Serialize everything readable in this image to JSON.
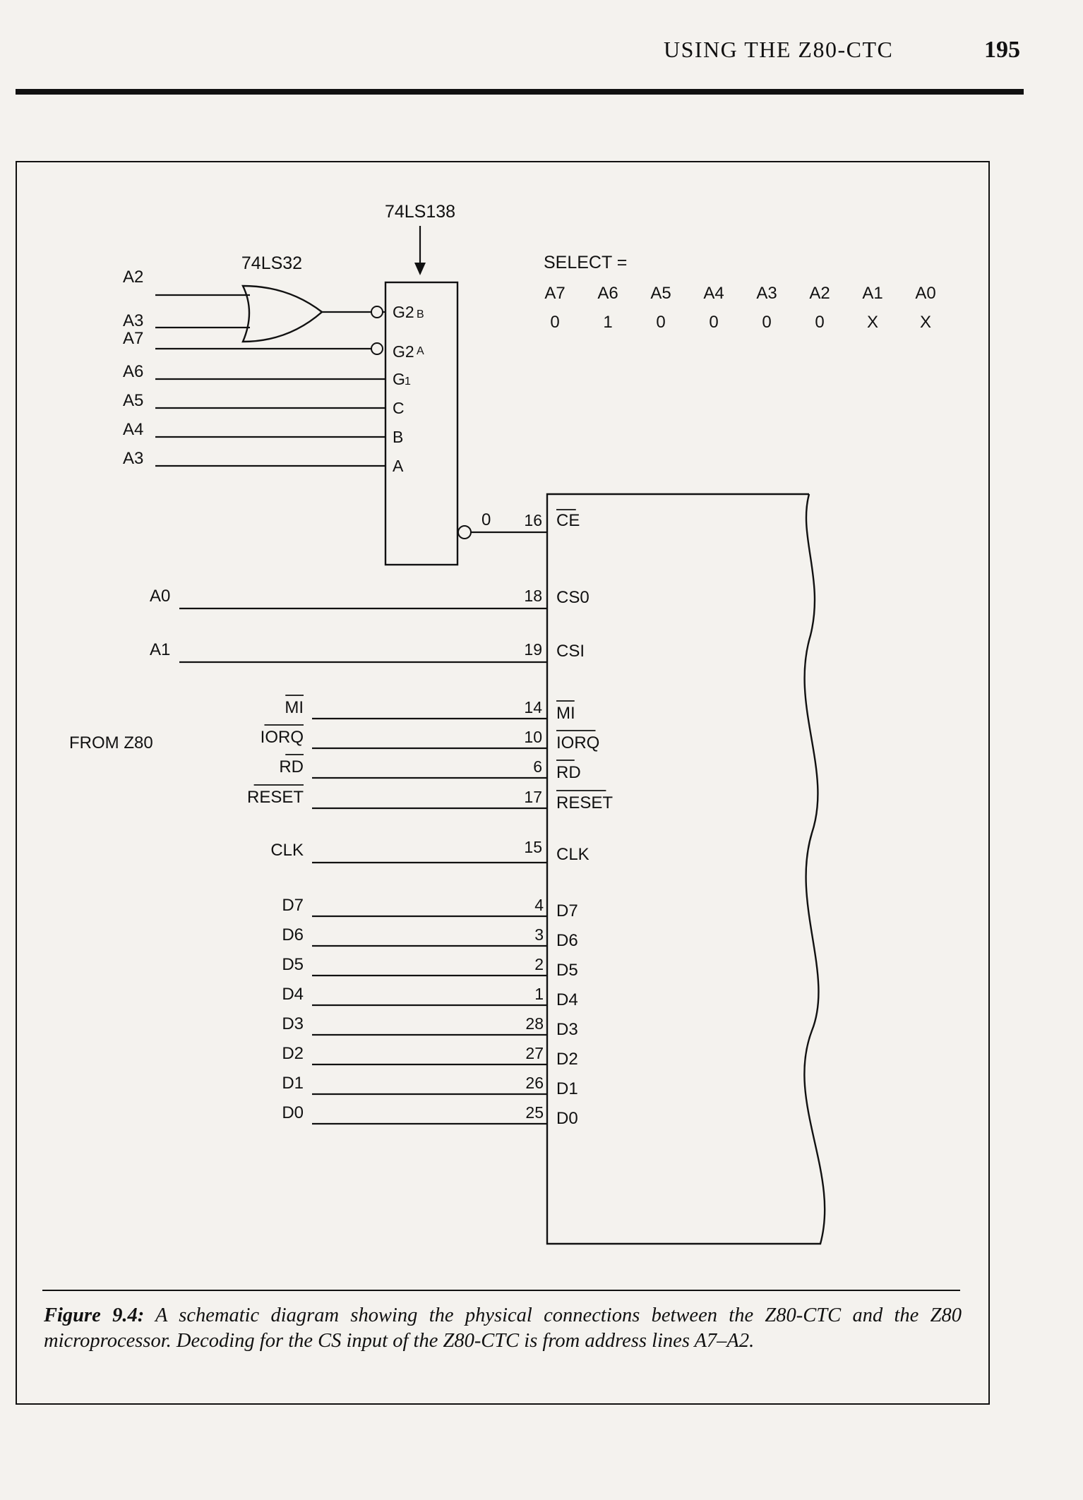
{
  "header": {
    "running_head": "USING THE Z80-CTC",
    "page_number": "195"
  },
  "decoder": {
    "ic_name": "74LS138",
    "gate_name": "74LS32",
    "or_inputs": [
      "A2",
      "A3"
    ],
    "inputs": [
      {
        "signal": "A7",
        "pin": "G2A",
        "pin_main": "G2",
        "pin_sub": "A",
        "inverted": true
      },
      {
        "signal": "A6",
        "pin": "G1",
        "pin_main": "G",
        "pin_sub": "1",
        "inverted": false
      },
      {
        "signal": "A5",
        "pin": "C",
        "pin_main": "C",
        "pin_sub": "",
        "inverted": false
      },
      {
        "signal": "A4",
        "pin": "B",
        "pin_main": "B",
        "pin_sub": "",
        "inverted": false
      },
      {
        "signal": "A3",
        "pin": "A",
        "pin_main": "A",
        "pin_sub": "",
        "inverted": false
      }
    ],
    "g2b_pin": {
      "main": "G2",
      "sub": "B"
    },
    "output_label": "0"
  },
  "select_table": {
    "label": "SELECT =",
    "headers": [
      "A7",
      "A6",
      "A5",
      "A4",
      "A3",
      "A2",
      "A1",
      "A0"
    ],
    "values": [
      "0",
      "1",
      "0",
      "0",
      "0",
      "0",
      "X",
      "X"
    ]
  },
  "ctc": {
    "ce": {
      "pin": "16",
      "name": "CE",
      "overbar": true
    },
    "address_lines": [
      {
        "signal": "A0",
        "pin": "18",
        "name": "CS0"
      },
      {
        "signal": "A1",
        "pin": "19",
        "name": "CSI"
      }
    ],
    "from_label": "FROM Z80",
    "control_lines": [
      {
        "signal": "MI",
        "pin": "14",
        "name": "MI",
        "overbar": true
      },
      {
        "signal": "IORQ",
        "pin": "10",
        "name": "IORQ",
        "overbar": true
      },
      {
        "signal": "RD",
        "pin": "6",
        "name": "RD",
        "overbar": true
      },
      {
        "signal": "RESET",
        "pin": "17",
        "name": "RESET",
        "overbar": true
      }
    ],
    "clock_line": {
      "signal": "CLK",
      "pin": "15",
      "name": "CLK"
    },
    "data_lines": [
      {
        "signal": "D7",
        "pin": "4",
        "name": "D7"
      },
      {
        "signal": "D6",
        "pin": "3",
        "name": "D6"
      },
      {
        "signal": "D5",
        "pin": "2",
        "name": "D5"
      },
      {
        "signal": "D4",
        "pin": "1",
        "name": "D4"
      },
      {
        "signal": "D3",
        "pin": "28",
        "name": "D3"
      },
      {
        "signal": "D2",
        "pin": "27",
        "name": "D2"
      },
      {
        "signal": "D1",
        "pin": "26",
        "name": "D1"
      },
      {
        "signal": "D0",
        "pin": "25",
        "name": "D0"
      }
    ]
  },
  "caption": {
    "label": "Figure 9.4:",
    "text": "A schematic diagram showing the physical connections between the Z80-CTC and the Z80 microprocessor. Decoding for the CS input of the Z80-CTC is from address lines A7–A2."
  }
}
